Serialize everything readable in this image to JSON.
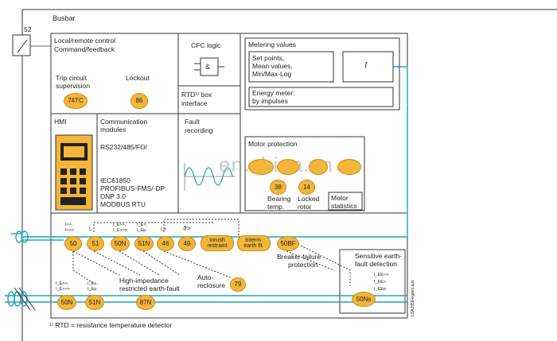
{
  "header": {
    "busbar": "Busbar",
    "breaker_number": "52"
  },
  "control": {
    "line1": "Local/remote control",
    "line2": "Command/feedback",
    "trip_line1": "Trip circuit",
    "trip_line2": "supervision",
    "lockout": "Lockout",
    "code_74": "74TC",
    "code_86": "86"
  },
  "cfc": {
    "title": "CFC logic",
    "gate": "&"
  },
  "rtd": {
    "line1": "RTD¹⁾ box",
    "line2": "interface"
  },
  "fault": {
    "line1": "Fault",
    "line2": "recording"
  },
  "metering": {
    "title": "Metering values",
    "set1": "Set points,",
    "set2": "Mean values,",
    "set3": "Min/Max-Log",
    "current_symbol": "I",
    "energy1": "Energy meter:",
    "energy2": "by impulses"
  },
  "hmi": {
    "label": "HMI"
  },
  "comm": {
    "line1": "Communication",
    "line2": "modules",
    "proto1": "RS232/485/FO/",
    "proto2": "IEC61850",
    "proto3": "PROFIBUS-FMS/-DP",
    "proto4": "DNP 3.0",
    "proto5": "MODBUS RTU"
  },
  "motor": {
    "title": "Motor protection",
    "code_38": "38",
    "code_14": "14",
    "bearing1": "Bearing",
    "bearing2": "temp.",
    "locked1": "Locked",
    "locked2": "rotor",
    "stats1": "Motor",
    "stats2": "statistics"
  },
  "protection": {
    "f50": "50",
    "f51": "51",
    "f50N": "50N",
    "f51N": "51N",
    "f46": "46",
    "f49": "49",
    "inrush1": "Inrush",
    "inrush2": "restraint",
    "interm1": "Interm.",
    "interm2": "earth flt.",
    "f50BF": "50BF",
    "bf1": "Breaker failure",
    "bf2": "protection",
    "lbl50a": "I>>,",
    "lbl50b": "I>>>",
    "lbl51a": "Iₚ",
    "lbl50Na": "I_E>>,",
    "lbl50Nb": "I_E>>>",
    "lbl51Na": "I_E>,",
    "lbl51Nb": "I_Ep",
    "lbl46": "I₂>",
    "lbl49": "ϑ>"
  },
  "earth": {
    "f50N": "50N",
    "f51N": "51N",
    "f87N": "87N",
    "f79": "79",
    "lbl_a1": "I_E>>,",
    "lbl_a2": "I_E>>>",
    "lbl_b1": "I_E>,",
    "lbl_b2": "I_Ep",
    "hi1": "High-impedance",
    "hi2": "restricted earth-fault",
    "auto1": "Auto-",
    "auto2": "reclosure",
    "sens1": "Sensitive earth-",
    "sens2": "fault detection",
    "sens_a": "I_EE>>",
    "sens_b": "I_EE>",
    "sens_c": "I_EEp",
    "f50Ns": "50Ns"
  },
  "footnote": "¹⁾ RTD = resistance temperature detector",
  "side_code": "LSA2959-egpen.eps",
  "watermark": "en.china.cn",
  "colors": {
    "accent": "#1aa5b8",
    "function_fill": "#f3b63a",
    "line": "#333333"
  }
}
